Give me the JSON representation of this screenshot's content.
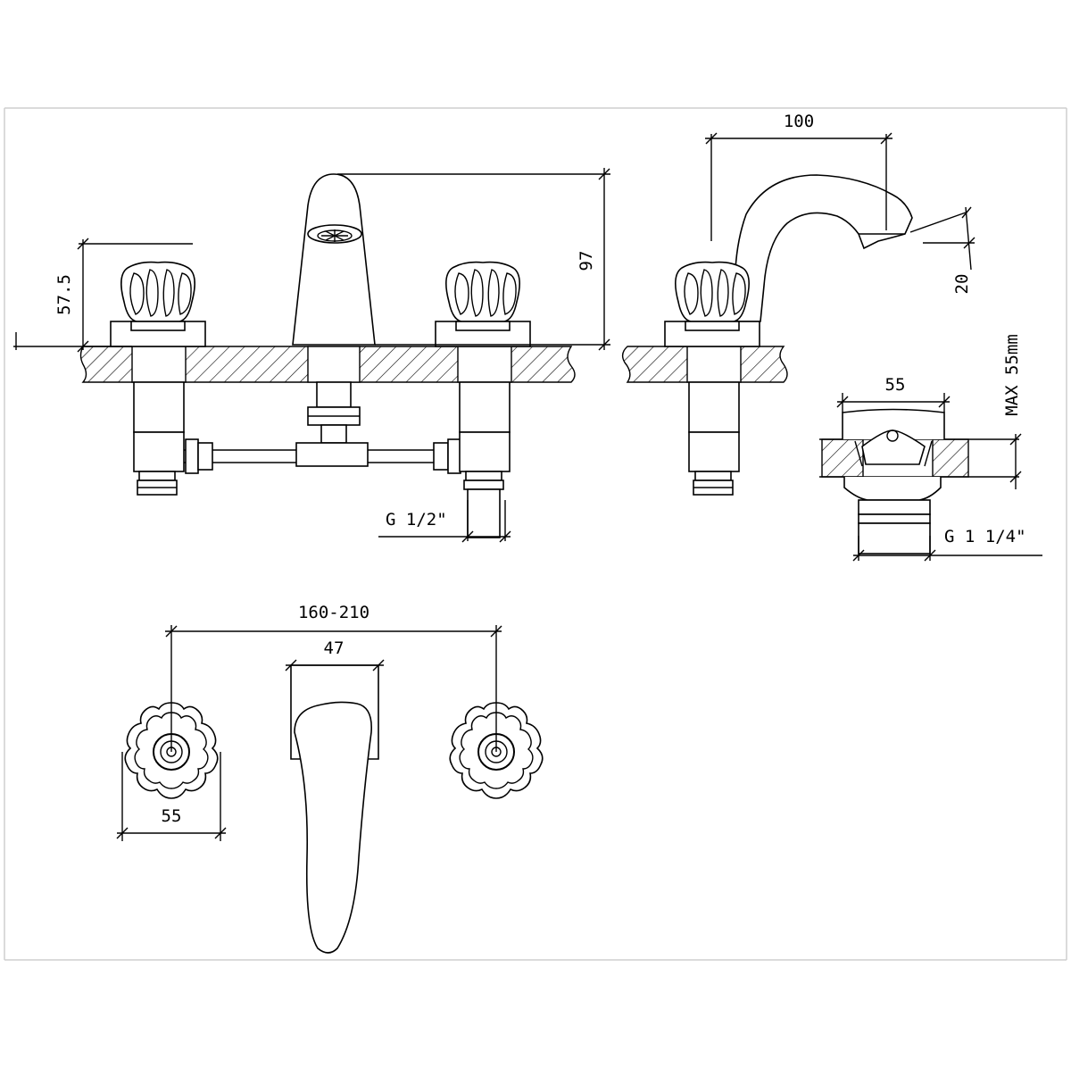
{
  "dimensions": {
    "faucet_height": "97",
    "handle_height": "57.5",
    "spout_reach": "100",
    "spout_drop": "20",
    "waste_width": "55",
    "max_deck": "MAX 55mm",
    "inlet_thread": "G 1/2\"",
    "waste_thread": "G 1 1/4\"",
    "centers_range": "160-210",
    "spout_width": "47",
    "handle_diameter": "55"
  }
}
